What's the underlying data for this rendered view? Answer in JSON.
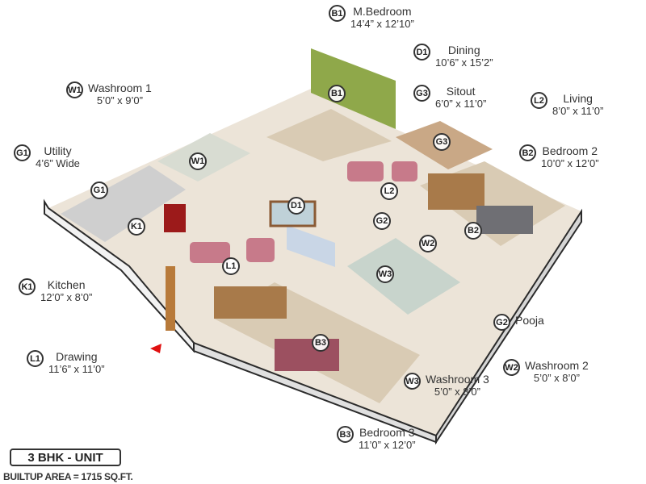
{
  "unit": {
    "title": "3 BHK - UNIT",
    "area": "BUILTUP AREA = 1715 SQ.FT."
  },
  "legend": [
    {
      "code": "B1",
      "name": "M.Bedroom",
      "dims": "14’4” x 12’10”"
    },
    {
      "code": "D1",
      "name": "Dining",
      "dims": "10’6” x 15’2”"
    },
    {
      "code": "G3",
      "name": "Sitout",
      "dims": "6’0” x 11’0”"
    },
    {
      "code": "L2",
      "name": "Living",
      "dims": "8’0” x 11’0”"
    },
    {
      "code": "B2",
      "name": "Bedroom 2",
      "dims": "10’0” x 12’0”"
    },
    {
      "code": "W1",
      "name": "Washroom 1",
      "dims": "5’0” x 9’0”"
    },
    {
      "code": "G1",
      "name": "Utility",
      "dims": "4’6” Wide"
    },
    {
      "code": "K1",
      "name": "Kitchen",
      "dims": "12’0” x 8’0”"
    },
    {
      "code": "L1",
      "name": "Drawing",
      "dims": "11’6” x 11’0”"
    },
    {
      "code": "G2",
      "name": "Pooja",
      "dims": ""
    },
    {
      "code": "W2",
      "name": "Washroom 2",
      "dims": "5’0” x 8’0”"
    },
    {
      "code": "W3",
      "name": "Washroom 3",
      "dims": "5’0” x 8’0”"
    },
    {
      "code": "B3",
      "name": "Bedroom 3",
      "dims": "11’0” x 12’0”"
    }
  ],
  "plan_markers": [
    "B1",
    "W1",
    "G1",
    "K1",
    "D1",
    "L1",
    "L2",
    "G3",
    "G2",
    "W2",
    "B2",
    "W3",
    "B3"
  ],
  "colors": {
    "wall": "#f4f4f4",
    "wall_top": "#2b2b2b",
    "floor": "#ece4d8",
    "accent_wall": "#8fa84a",
    "sofa": "#c77a8a",
    "entry_arrow": "#e01010"
  }
}
